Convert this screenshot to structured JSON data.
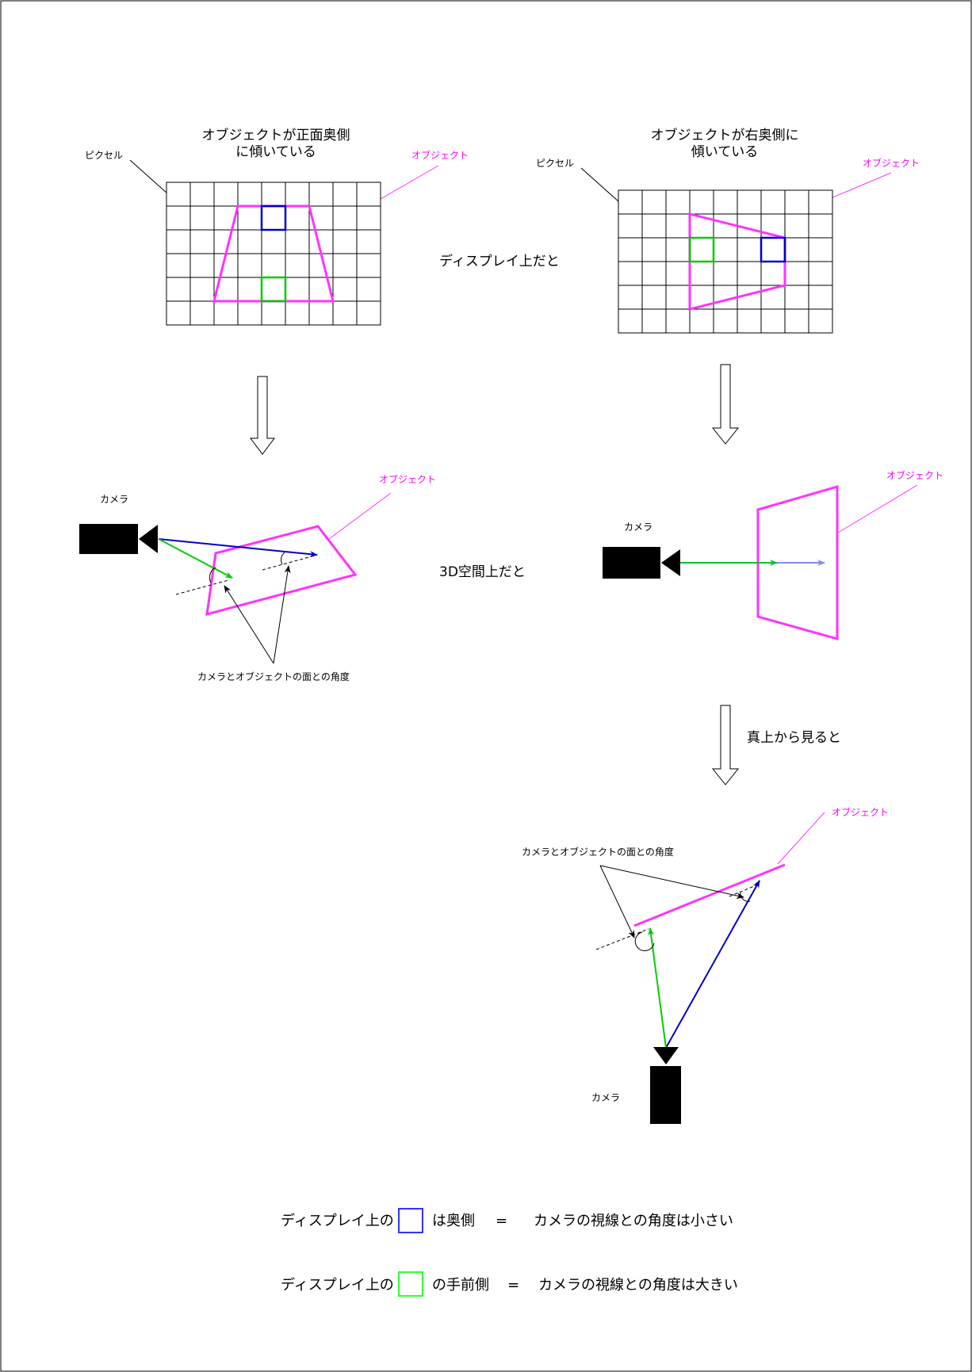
{
  "left_panel": {
    "title_line1": "オブジェクトが正面奥側",
    "title_line2": "に傾いている",
    "pixel_label": "ピクセル",
    "object_label": "オブジェクト",
    "camera_label": "カメラ",
    "object_label_3d": "オブジェクト",
    "angle_label": "カメラとオブジェクトの面との角度"
  },
  "right_panel": {
    "title_line1": "オブジェクトが右奥側に",
    "title_line2": "傾いている",
    "pixel_label": "ピクセル",
    "object_label": "オブジェクト",
    "camera_label": "カメラ",
    "object_label_3d": "オブジェクト",
    "topview_label": "真上から見ると",
    "object_label_top": "オブジェクト",
    "angle_label_top": "カメラとオブジェクトの面との角度",
    "camera_label_top": "カメラ"
  },
  "middle": {
    "display_label": "ディスプレイ上だと",
    "space_label": "3D空間上だと"
  },
  "legend": {
    "row1_prefix": "ディスプレイ上の",
    "row1_suffix": "は奥側",
    "row1_eq": "=",
    "row1_result": "カメラの視線との角度は小さい",
    "row2_prefix": "ディスプレイ上の",
    "row2_suffix": "の手前側",
    "row2_eq": "=",
    "row2_result": "カメラの視線との角度は大きい"
  },
  "colors": {
    "object": "#ff33ff",
    "blue": "#0000cc",
    "green": "#00cc00",
    "legend_blue": "#3333ff",
    "legend_green": "#33ff33"
  }
}
